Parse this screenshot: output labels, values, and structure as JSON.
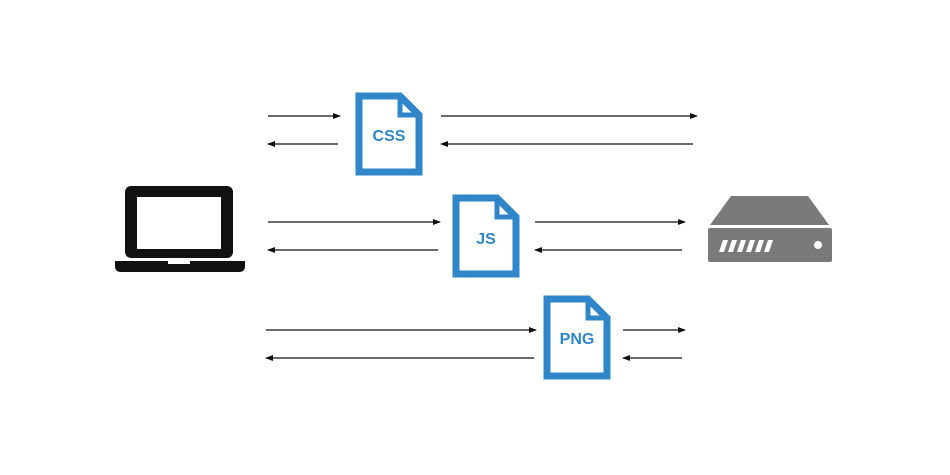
{
  "diagram": {
    "client": {
      "icon": "laptop-icon"
    },
    "server": {
      "icon": "server-icon"
    },
    "files": [
      {
        "label": "CSS",
        "icon": "document-icon"
      },
      {
        "label": "JS",
        "icon": "document-icon"
      },
      {
        "label": "PNG",
        "icon": "document-icon"
      }
    ],
    "colors": {
      "file": "#2f86c8",
      "laptop": "#111111",
      "server": "#7a7a7a",
      "arrow": "#111111"
    }
  }
}
